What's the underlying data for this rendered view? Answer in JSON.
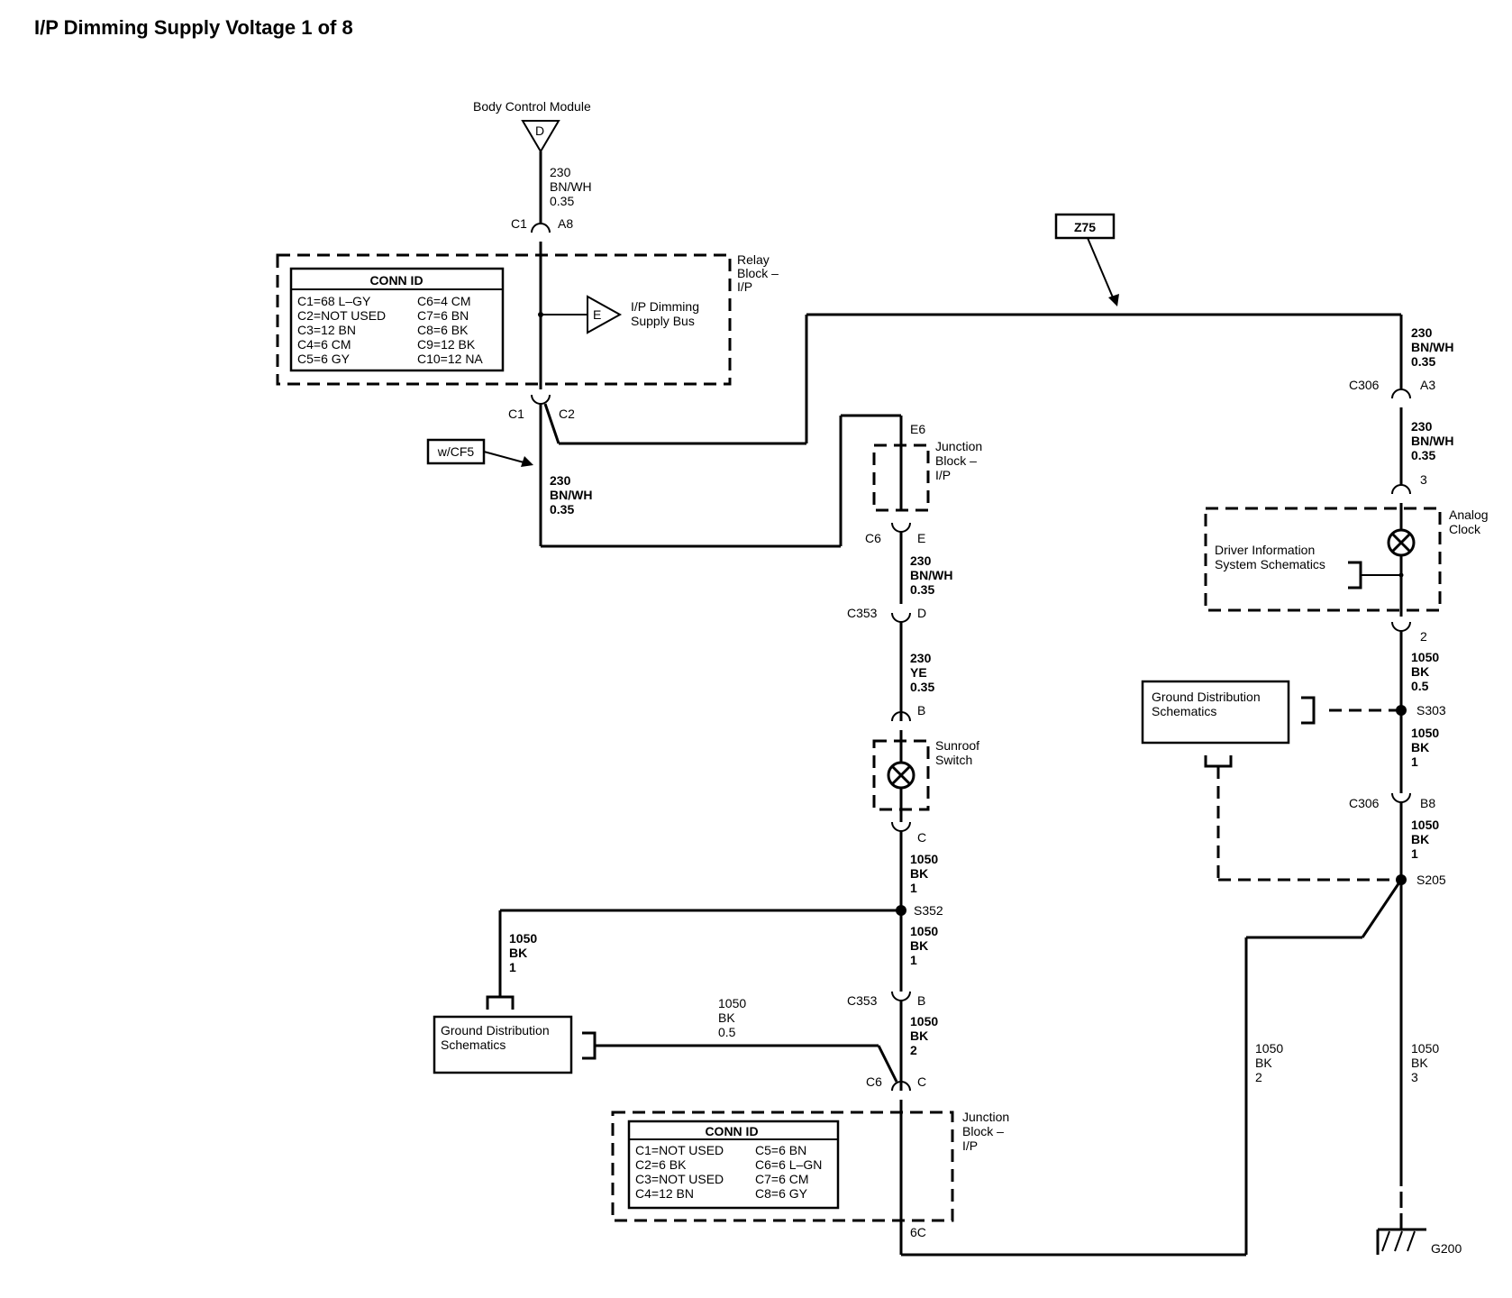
{
  "title": "I/P Dimming Supply Voltage 1 of 8",
  "components": {
    "bcm": "Body Control Module",
    "bcm_ref": "D",
    "relay_block": [
      "Relay",
      "Block –",
      "I/P"
    ],
    "bus_ref": "E",
    "bus_label": [
      "I/P Dimming",
      "Supply Bus"
    ],
    "junction_block_top": [
      "Junction",
      "Block –",
      "I/P"
    ],
    "junction_block_bottom": [
      "Junction",
      "Block –",
      "I/P"
    ],
    "sunroof_switch": [
      "Sunroof",
      "Switch"
    ],
    "analog_clock": [
      "Analog",
      "Clock"
    ],
    "dis_schematics": [
      "Driver Information",
      "System Schematics"
    ],
    "ground_dist_right": [
      "Ground Distribution",
      "Schematics"
    ],
    "ground_dist_left": [
      "Ground Distribution",
      "Schematics"
    ],
    "option_wcf5": "w/CF5",
    "option_z75": "Z75",
    "ground": "G200"
  },
  "conn_id_top": {
    "header": "CONN ID",
    "left": [
      "C1=68 L–GY",
      "C2=NOT USED",
      "C3=12 BN",
      "C4=6 CM",
      "C5=6 GY"
    ],
    "right": [
      "C6=4 CM",
      "C7=6 BN",
      "C8=6 BK",
      "C9=12 BK",
      "C10=12 NA"
    ]
  },
  "conn_id_bottom": {
    "header": "CONN ID",
    "left": [
      "C1=NOT USED",
      "C2=6 BK",
      "C3=NOT USED",
      "C4=12 BN"
    ],
    "right": [
      "C5=6 BN",
      "C6=6 L–GN",
      "C7=6 CM",
      "C8=6 GY"
    ]
  },
  "wires": {
    "bcm_out": [
      "230",
      "BN/WH",
      "0.35"
    ],
    "wcf5": [
      "230",
      "BN/WH",
      "0.35"
    ],
    "z75_top": [
      "230",
      "BN/WH",
      "0.35"
    ],
    "z75_mid": [
      "230",
      "BN/WH",
      "0.35"
    ],
    "jb_out": [
      "230",
      "BN/WH",
      "0.35"
    ],
    "c353_out": [
      "230",
      "YE",
      "0.35"
    ],
    "sunroof_out": [
      "1050",
      "BK",
      "1"
    ],
    "s352_down": [
      "1050",
      "BK",
      "1"
    ],
    "s352_left": [
      "1050",
      "BK",
      "1"
    ],
    "c353b_out": [
      "1050",
      "BK",
      "2"
    ],
    "gnd_left_wire": [
      "1050",
      "BK",
      "0.5"
    ],
    "clock_out": [
      "1050",
      "BK",
      "0.5"
    ],
    "s303_down": [
      "1050",
      "BK",
      "1"
    ],
    "c306b_out": [
      "1050",
      "BK",
      "1"
    ],
    "s205_branch": [
      "1050",
      "BK",
      "2"
    ],
    "s205_down": [
      "1050",
      "BK",
      "3"
    ]
  },
  "pins": {
    "c1_top": "C1",
    "a8": "A8",
    "c1_bottom": "C1",
    "c2": "C2",
    "e6": "E6",
    "c6_e": "C6",
    "e": "E",
    "c353_d": "C353",
    "d": "D",
    "b_sunroof": "B",
    "c_sunroof": "C",
    "c353_b": "C353",
    "b_c353": "B",
    "c6_c": "C6",
    "c_c6": "C",
    "pin_6c": "6C",
    "c306_a3": "C306",
    "a3": "A3",
    "clock_3": "3",
    "clock_2": "2",
    "c306_b8": "C306",
    "b8": "B8"
  },
  "splices": {
    "s352": "S352",
    "s303": "S303",
    "s205": "S205"
  }
}
